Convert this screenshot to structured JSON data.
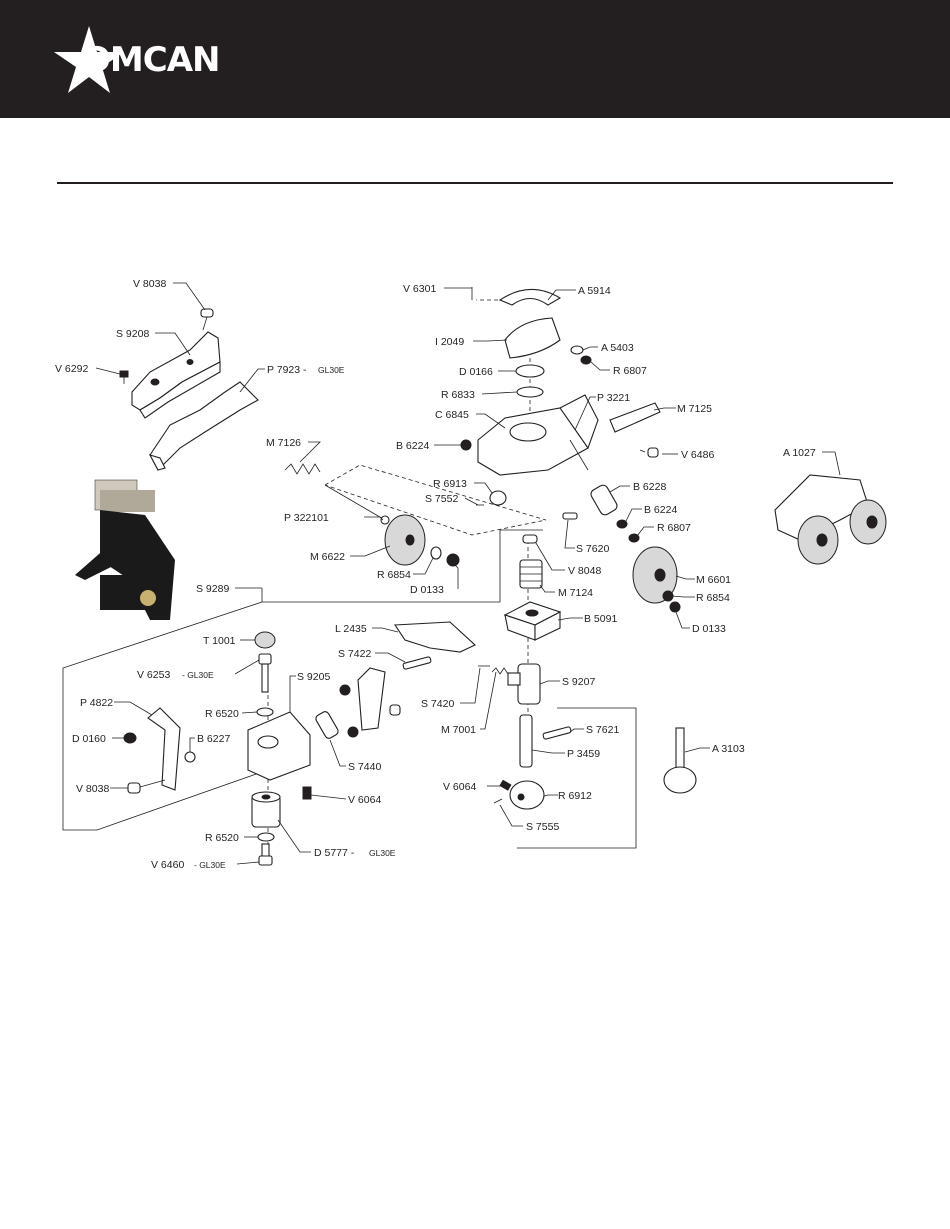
{
  "brand": {
    "name": "OMCAN"
  },
  "colors": {
    "header_bg": "#231f20",
    "line": "#231f20",
    "paper": "#ffffff"
  },
  "parts": {
    "v8038_top": "V 8038",
    "s9208": "S 9208",
    "v6292": "V 6292",
    "p7923": "P 7923 -",
    "p7923_suffix": "GL30E",
    "m7126": "M 7126",
    "s9289": "S 9289",
    "v6301": "V 6301",
    "a5914": "A 5914",
    "i2049": "I 2049",
    "d0166": "D 0166",
    "r6833": "R 6833",
    "c6845": "C 6845",
    "a5403": "A 5403",
    "r6807_top": "R 6807",
    "p3221": "P 3221",
    "m7125": "M 7125",
    "b6224_left": "B 6224",
    "v6486": "V 6486",
    "a1027": "A 1027",
    "r6913": "R 6913",
    "s7552": "S 7552",
    "b6228": "B 6228",
    "p322101": "P 322101",
    "b6224_right": "B 6224",
    "r6807_mid": "R 6807",
    "m6622": "M 6622",
    "s7620": "S 7620",
    "v8048": "V 8048",
    "r6854_left": "R 6854",
    "d0133_left": "D 0133",
    "m7124": "M 7124",
    "m6601": "M 6601",
    "r6854_right": "R 6854",
    "b5091": "B 5091",
    "d0133_right": "D 0133",
    "t1001": "T 1001",
    "l2435": "L 2435",
    "s7422": "S 7422",
    "v6253": "V 6253",
    "v6253_suffix": "- GL30E",
    "s9205": "S 9205",
    "s9207": "S 9207",
    "p4822": "P 4822",
    "r6520_top": "R 6520",
    "s7420": "S 7420",
    "d0160": "D 0160",
    "b6227": "B 6227",
    "m7001": "M 7001",
    "s7621": "S 7621",
    "a3103": "A 3103",
    "s7440": "S 7440",
    "p3459": "P 3459",
    "v8038_bottom": "V 8038",
    "v6064_left": "V 6064",
    "v6064_right": "V 6064",
    "r6912": "R 6912",
    "s7555": "S 7555",
    "r6520_bottom": "R 6520",
    "d5777": "D 5777 -",
    "d5777_suffix": "GL30E",
    "v6460": "V 6460",
    "v6460_suffix": "- GL30E"
  }
}
